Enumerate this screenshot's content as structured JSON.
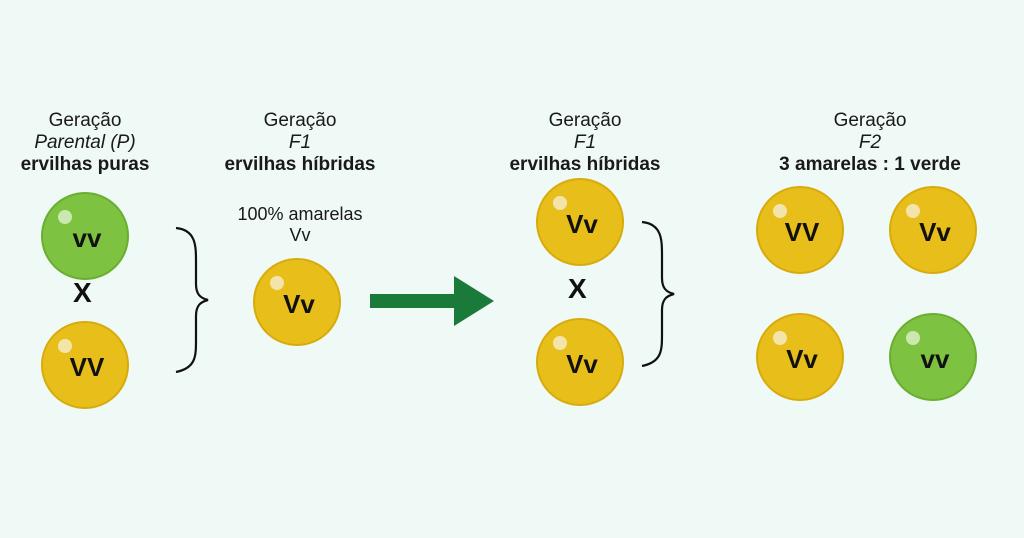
{
  "gen_p": {
    "line1": "Geração",
    "line2": "Parental (P)",
    "line3": "ervilhas puras"
  },
  "gen_f1_left": {
    "line1": "Geração",
    "line2": "F1",
    "line3": "ervilhas híbridas",
    "note1": "100% amarelas",
    "note2": "Vv"
  },
  "gen_f1_right": {
    "line1": "Geração",
    "line2": "F1",
    "line3": "ervilhas híbridas"
  },
  "gen_f2": {
    "line1": "Geração",
    "line2": "F2",
    "line3": "3 amarelas : 1 verde"
  },
  "cross_symbol": "X",
  "peas": {
    "p_top": {
      "genotype": "vv",
      "color": "green"
    },
    "p_bottom": {
      "genotype": "VV",
      "color": "yellow"
    },
    "f1_result": {
      "genotype": "Vv",
      "color": "yellow"
    },
    "f1_top": {
      "genotype": "Vv",
      "color": "yellow"
    },
    "f1_bottom": {
      "genotype": "Vv",
      "color": "yellow"
    },
    "f2_1": {
      "genotype": "VV",
      "color": "yellow"
    },
    "f2_2": {
      "genotype": "Vv",
      "color": "yellow"
    },
    "f2_3": {
      "genotype": "Vv",
      "color": "yellow"
    },
    "f2_4": {
      "genotype": "vv",
      "color": "green"
    }
  },
  "colors": {
    "background": "#eff9f5",
    "yellow": "#e8be1a",
    "green": "#7dc240",
    "arrow": "#1a7a3a"
  }
}
